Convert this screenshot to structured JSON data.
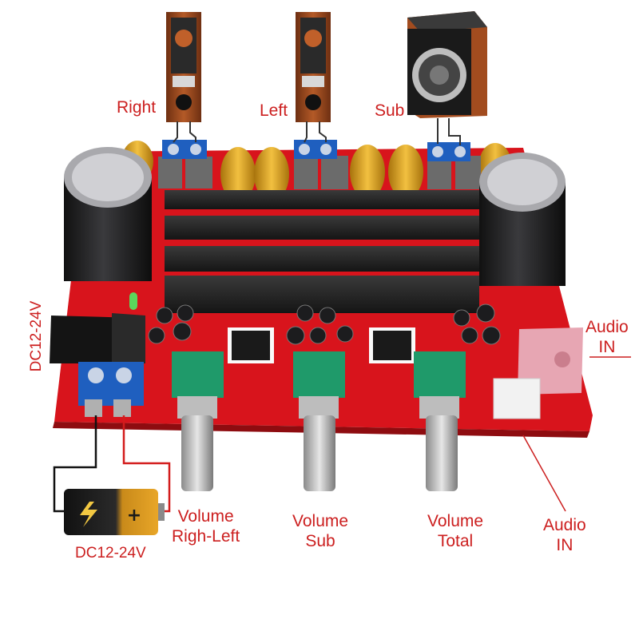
{
  "labels": {
    "right_speaker": "Right",
    "left_speaker": "Left",
    "sub_speaker": "Sub",
    "audio_in_top_line1": "Audio",
    "audio_in_top_line2": "IN",
    "audio_in_bottom_line1": "Audio",
    "audio_in_bottom_line2": "IN",
    "dc_side": "DC12-24V",
    "dc_bottom": "DC12-24V",
    "vol_rl_line1": "Volume",
    "vol_rl_line2": "Righ-Left",
    "vol_sub_line1": "Volume",
    "vol_sub_line2": "Sub",
    "vol_total_line1": "Volume",
    "vol_total_line2": "Total"
  },
  "colors": {
    "pcb": "#d8141c",
    "label": "#cc1f1f",
    "heatsink": "#2b2b2b",
    "capacitor": "#1c1c1e",
    "terminal": "#1f5fbf",
    "potentiometer": "#1f9a6a",
    "inductor": "#d9a11a",
    "speaker_wood": "#9a4a20"
  }
}
